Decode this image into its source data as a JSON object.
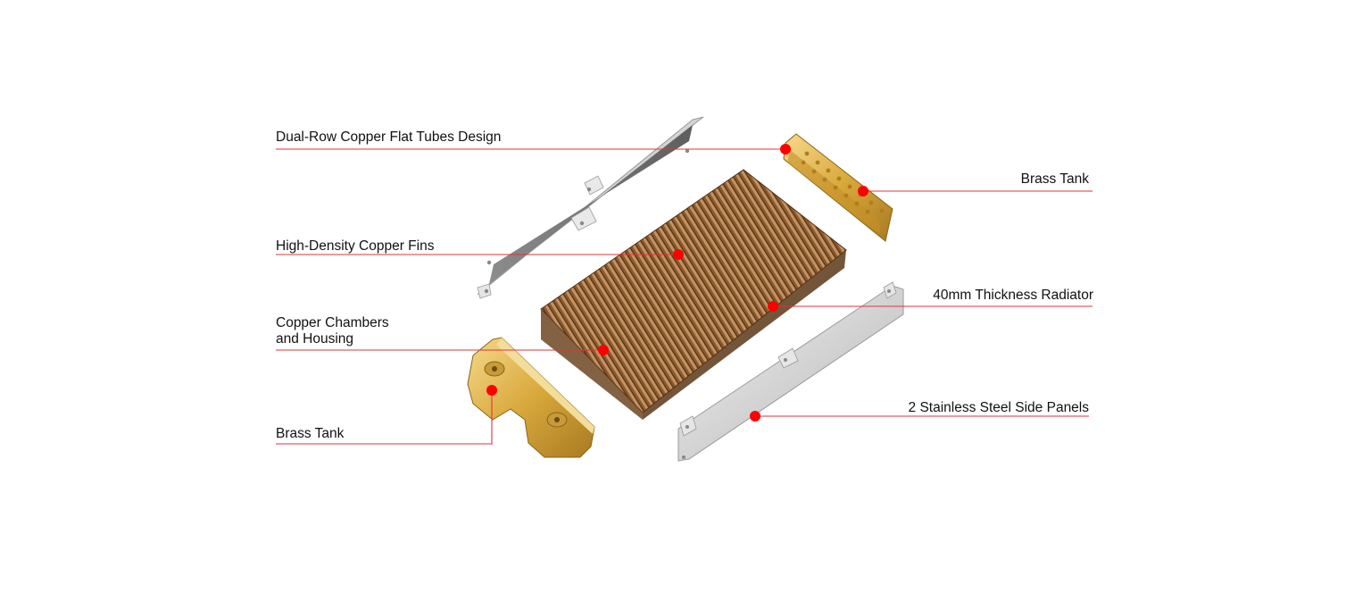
{
  "callouts": {
    "dual_row_tubes": "Dual-Row Copper Flat Tubes Design",
    "copper_fins": "High-Density Copper Fins",
    "copper_chambers_line1": "Copper Chambers",
    "copper_chambers_line2": "and Housing",
    "brass_tank_left": "Brass Tank",
    "brass_tank_right": "Brass Tank",
    "radiator_thickness": "40mm Thickness Radiator",
    "side_panels": "2 Stainless Steel Side Panels"
  },
  "colors": {
    "leader_line": "#e2333b",
    "marker_dot": "#ff0000",
    "copper": "#9c6b3c",
    "brass": "#d9a93c",
    "steel": "#c9c9c9"
  }
}
